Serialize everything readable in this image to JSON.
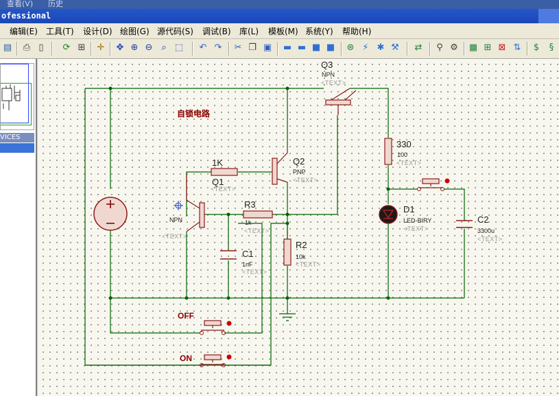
{
  "window": {
    "title": "ofessional",
    "top_strip": [
      "查看(V)",
      "历史"
    ]
  },
  "menu": [
    {
      "label": "编辑(E)"
    },
    {
      "label": "工具(T)"
    },
    {
      "label": "设计(D)"
    },
    {
      "label": "绘图(G)"
    },
    {
      "label": "源代码(S)"
    },
    {
      "label": "调试(B)"
    },
    {
      "label": "库(L)"
    },
    {
      "label": "模板(M)"
    },
    {
      "label": "系统(Y)"
    },
    {
      "label": "帮助(H)"
    }
  ],
  "toolbar": {
    "icons": [
      "print-preview-icon",
      "print-icon",
      "page-icon",
      "refresh-icon",
      "grid-icon",
      "origin-icon",
      "pan-icon",
      "zoom-in-icon",
      "zoom-out-icon",
      "zoom-all-icon",
      "zoom-area-icon",
      "undo-icon",
      "redo-icon",
      "cut-icon",
      "copy-icon",
      "paste-icon",
      "block-copy-icon",
      "block-move-icon",
      "block-rotate-icon",
      "block-delete-icon",
      "pick-device-icon",
      "make-device-icon",
      "decompose-icon",
      "search-icon",
      "property-tool-icon",
      "netlist-icon",
      "new-sheet-icon",
      "remove-sheet-icon",
      "bom-icon",
      "isis-icon",
      "ares-icon"
    ]
  },
  "left_panel": {
    "devices_header": "VICES"
  },
  "schematic": {
    "title_label": "自锁电路",
    "placeholder": "<TEXT>",
    "components": {
      "Q3": {
        "ref": "Q3",
        "value": "NPN"
      },
      "Q2": {
        "ref": "Q2",
        "value": "PNP"
      },
      "Q1": {
        "ref": "Q1",
        "value": "NPN"
      },
      "R_1K": {
        "ref": "1K"
      },
      "R3": {
        "ref": "R3",
        "value": "1k"
      },
      "R_330": {
        "ref": "330",
        "value": "100"
      },
      "R2": {
        "ref": "R2",
        "value": "10k"
      },
      "C1": {
        "ref": "C1",
        "value": "1nF"
      },
      "C2": {
        "ref": "C2",
        "value": "3300u"
      },
      "D1": {
        "ref": "D1",
        "value": "LED-BIRY"
      }
    },
    "switch_off_label": "OFF",
    "switch_on_label": "ON"
  },
  "colors": {
    "wire": "#006400",
    "component": "#8b1a1a",
    "component_fill": "#f0d8d0",
    "title_red": "#8b0000",
    "canvas": "#f7f7ef"
  }
}
